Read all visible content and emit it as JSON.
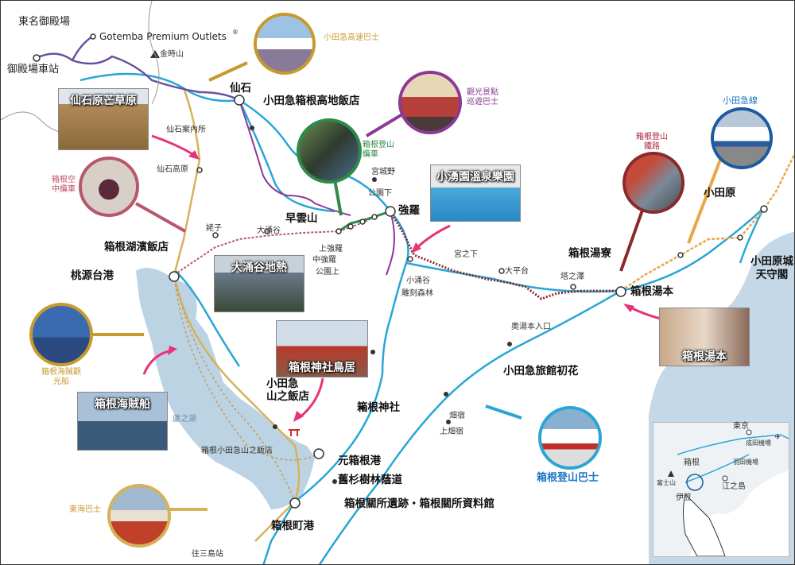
{
  "stations": {
    "tomei_gotemba": "東名御殿場",
    "gotemba_premium": "Gotemba Premium Outlets",
    "registered": "®",
    "gotemba_station": "御殿場車站",
    "kintokisan": "金時山",
    "sengoku": "仙石",
    "sengoku_info": "仙石案內所",
    "sengokuhara_kogen": "仙石高原",
    "odakyu_kogen_hotel": "小田急箱根高地飯店",
    "miyagino": "宮城野",
    "koen_shita": "公園下",
    "gora": "強羅",
    "sounzan": "早雲山",
    "ubako": "姥子",
    "owakudani": "大涌谷",
    "kami_gora": "上強羅",
    "naka_gora": "中強羅",
    "koen_kami": "公園上",
    "kowakudani": "小涌谷",
    "chokoku": "雕刻森林",
    "miyanoshita": "宮之下",
    "ohiradai": "大平台",
    "tonosawa": "塔之澤",
    "hakone_yumoto": "箱根湯本",
    "hakone_yumoto_ryo": "箱根湯寮",
    "odawara": "小田原",
    "odawara_castle": "小田原城天守閣",
    "hakone_lake_hotel": "箱根湖濱飯店",
    "togendai": "桃源台港",
    "okuyumoto": "奧湯本入口",
    "odakyu_ryokan": "小田急旅館初花",
    "yamanochaya_hotel_a": "小田急",
    "yamanochaya_hotel_b": "山之飯店",
    "hakone_shrine": "箱根神社",
    "hatajuku": "畑宿",
    "kami_hatajuku": "上畑宿",
    "ashinoko": "蘆之湖",
    "hakone_odakyu_yamanochaya": "箱根小田急山之飯店",
    "motohakone": "元箱根港",
    "cedar_avenue": "舊杉樹林蔭道",
    "sekisho": "箱根關所遺跡・箱根關所資料館",
    "hakone_machi": "箱根町港",
    "mishima": "往三島站"
  },
  "lines": {
    "odakyu_express_bus": "小田急高速巴士",
    "sightseeing_bus": "觀光景點巡遊巴士",
    "cable_car": "箱根登山纜車",
    "ropeway": "箱根空中纜車",
    "tozan_railway": "箱根登山鐵路",
    "odakyu_line": "小田急線",
    "pirate_ship": "箱根海賊觀光船",
    "tozan_bus": "箱根登山巴士",
    "tokai_bus": "東海巴士"
  },
  "photos": {
    "sengokuhara": "仙石原芒草原",
    "kowakien": "小湧園溫泉樂園",
    "owakudani": "大涌谷地熱",
    "torii": "箱根神社鳥居",
    "yumoto": "箱根湯本",
    "pirate": "箱根海賊船"
  },
  "inset": {
    "tokyo": "東京",
    "narita": "成田機場",
    "haneda": "羽田機場",
    "hakone": "箱根",
    "fuji": "富士山",
    "enoshima": "江之島",
    "izu": "伊豆"
  },
  "colors": {
    "lake": "#bcd3e3",
    "tozan_bus": "#29a6d6",
    "tokai_bus": "#d6b25a",
    "odakyu_express": "#6a4fa0",
    "ropeway": "#b8566e",
    "railway": "#8a2a2f",
    "odakyu": "#e8a84a",
    "arrow": "#e8337a"
  },
  "icons": [
    "mountain-icon",
    "shrine-torii-icon",
    "airplane-icon",
    "arrow-icon"
  ]
}
